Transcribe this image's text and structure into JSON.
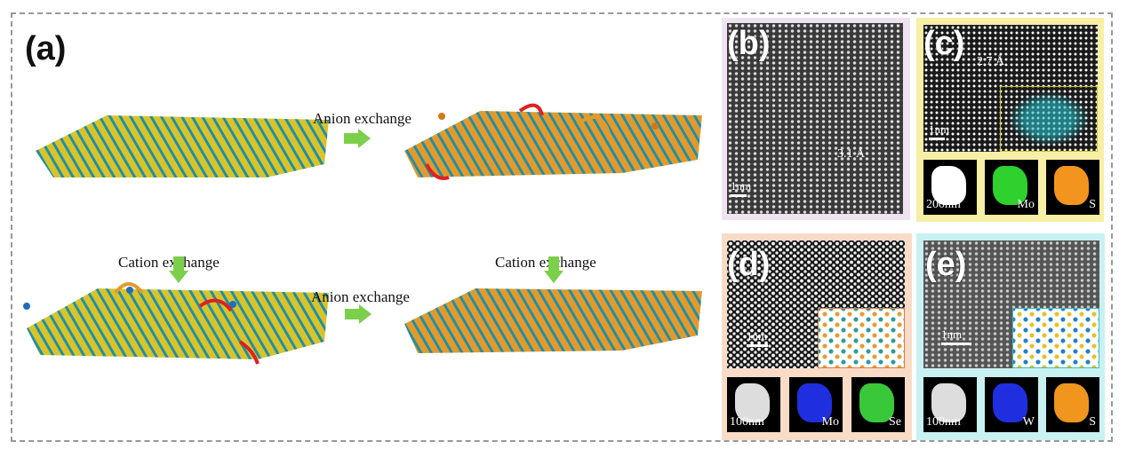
{
  "panel_a": {
    "label": "(a)",
    "steps": {
      "anion_exchange_top": "Anion exchange",
      "cation_exchange_left": "Cation exchange",
      "anion_exchange_bottom": "Anion exchange",
      "cation_exchange_right": "Cation exchange"
    }
  },
  "panel_b": {
    "label": "(b)",
    "spacing": "3.1 Å",
    "scale": "1nm",
    "border_color": "#efe3f2"
  },
  "panel_c": {
    "label": "(c)",
    "spacing": "2.7 Å",
    "scale": "1nm",
    "maps": [
      {
        "text": "200nm",
        "color": "#ffffff"
      },
      {
        "text": "Mo",
        "color": "#2ed12e"
      },
      {
        "text": "S",
        "color": "#f2941e"
      }
    ],
    "border_color": "#f7efa6"
  },
  "panel_d": {
    "label": "(d)",
    "scale": "1nm",
    "maps": [
      {
        "text": "100nm",
        "color": "#dddddd"
      },
      {
        "text": "Mo",
        "color": "#1f2fe0"
      },
      {
        "text": "Se",
        "color": "#39c83a"
      }
    ],
    "border_color": "#f8dcc8"
  },
  "panel_e": {
    "label": "(e)",
    "scale": "1nm",
    "maps": [
      {
        "text": "100nm",
        "color": "#dddddd"
      },
      {
        "text": "W",
        "color": "#1f2fe0"
      },
      {
        "text": "S",
        "color": "#f0961e"
      }
    ],
    "border_color": "#c9f1f2"
  }
}
